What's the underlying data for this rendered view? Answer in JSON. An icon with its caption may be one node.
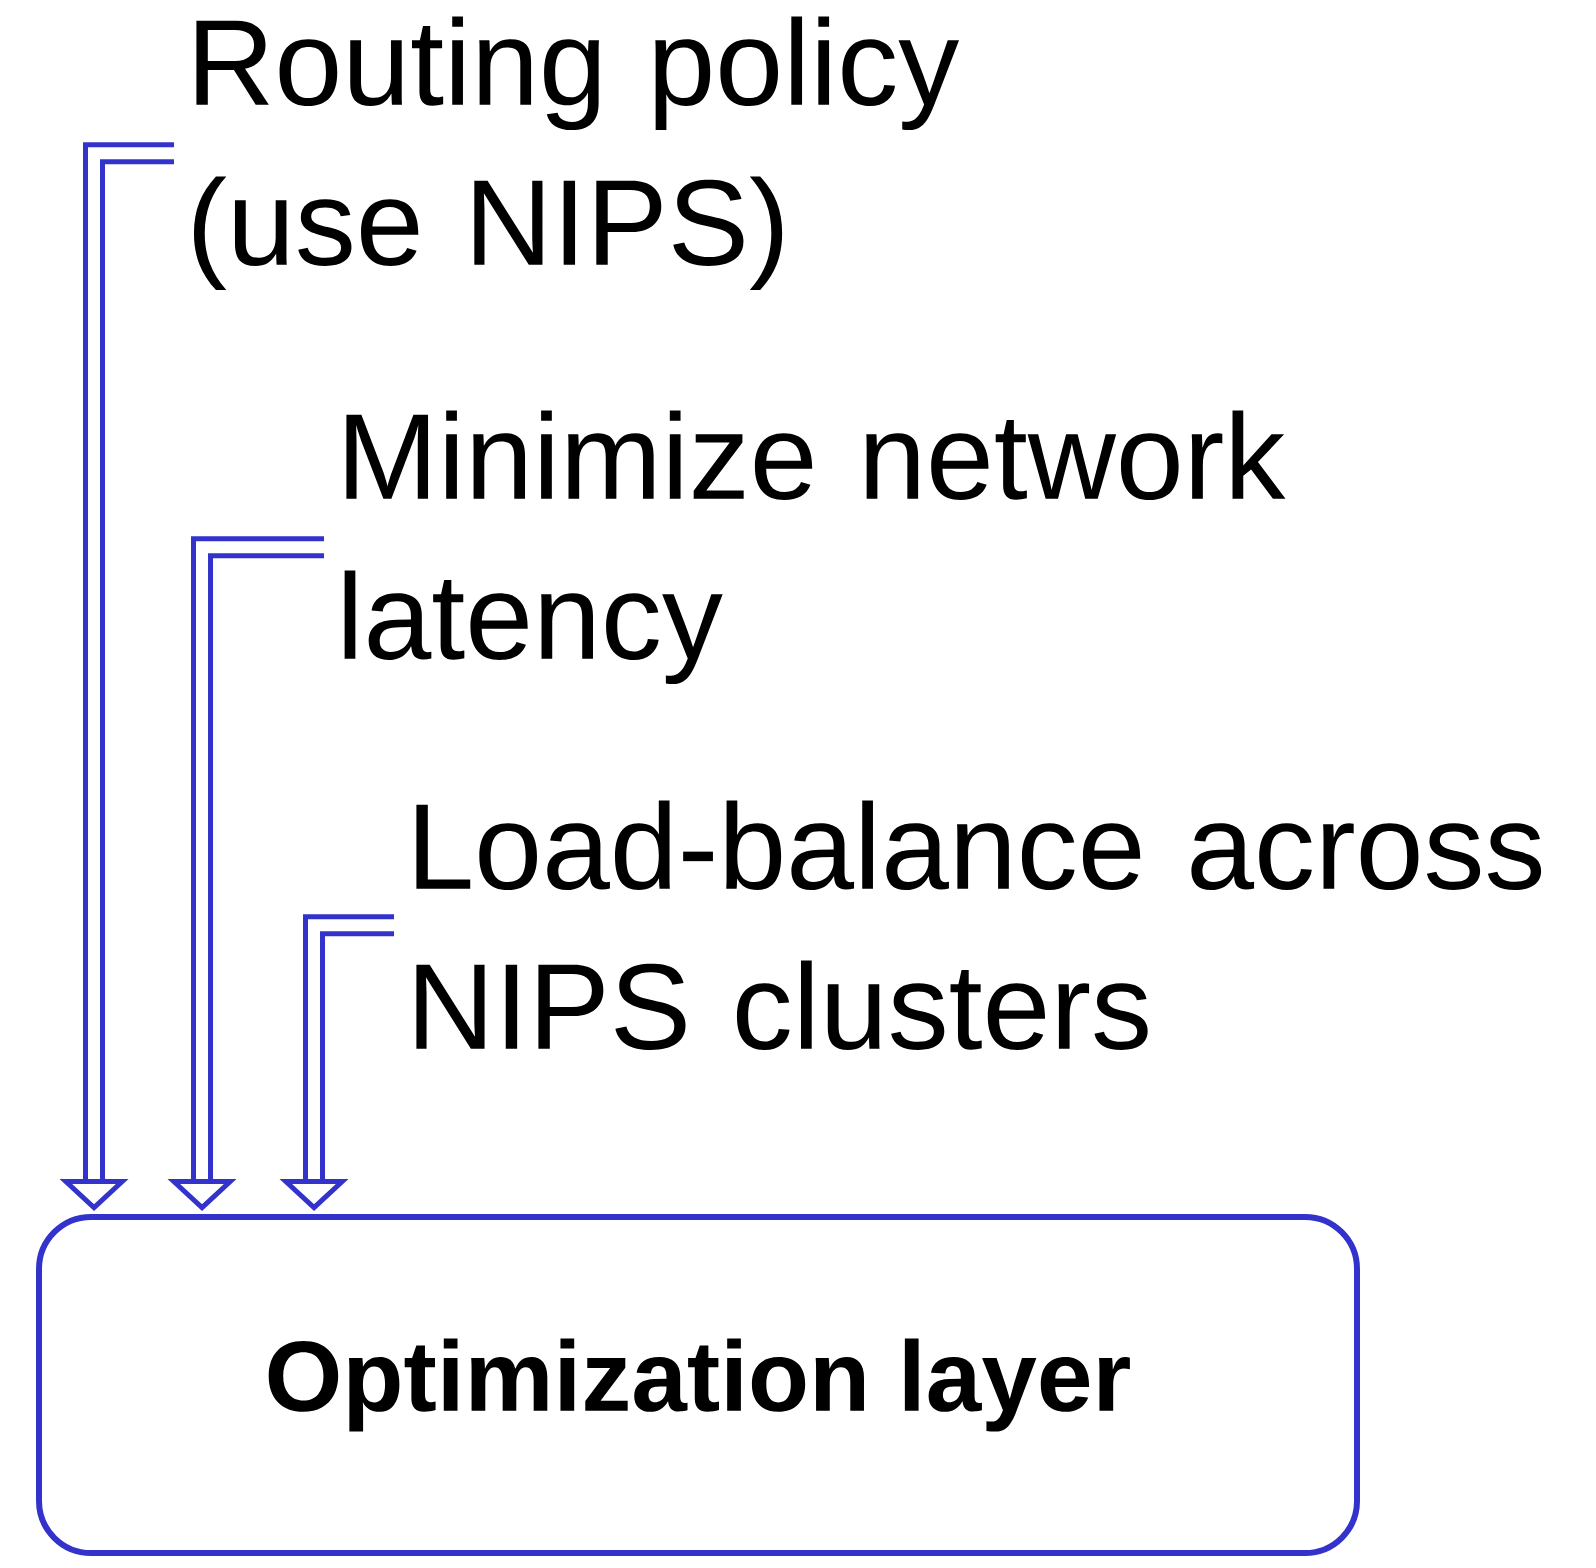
{
  "diagram": {
    "nodes": [
      {
        "text": [
          "Routing policy (use NIPS)"
        ]
      },
      {
        "text": [
          "Minimize network latency"
        ]
      },
      {
        "text": [
          "Load-balance across NIPS clusters"
        ]
      },
      {
        "text": [
          "Optimization layer"
        ]
      }
    ],
    "edges": [
      {
        "from": 0,
        "to": 3,
        "arrow": "to"
      },
      {
        "from": 1,
        "to": 3,
        "arrow": "to"
      },
      {
        "from": 2,
        "to": 3,
        "arrow": "to"
      }
    ]
  }
}
